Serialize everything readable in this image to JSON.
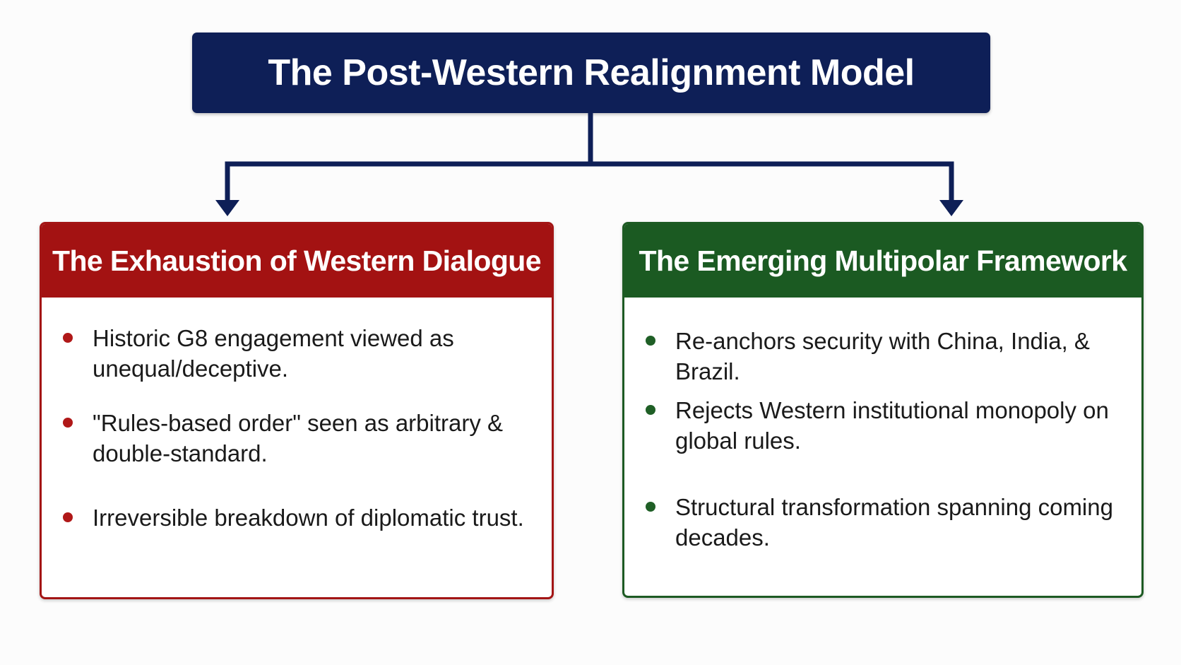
{
  "diagram": {
    "title": "The Post-Western Realignment Model",
    "colors": {
      "title_bg": "#0e1f57",
      "left_accent": "#a31212",
      "right_accent": "#1b5a22",
      "connector": "#0e1f57"
    },
    "left_panel": {
      "heading": "The Exhaustion of Western Dialogue",
      "items": [
        "Historic G8 engagement viewed as unequal/deceptive.",
        "\"Rules-based order\" seen as arbitrary & double-standard.",
        "Irreversible breakdown of diplomatic trust."
      ]
    },
    "right_panel": {
      "heading": "The Emerging Multipolar Framework",
      "items": [
        "Re-anchors security with China, India, & Brazil.",
        "Rejects Western institutional monopoly on global rules.",
        "Structural transformation spanning coming decades."
      ]
    }
  }
}
